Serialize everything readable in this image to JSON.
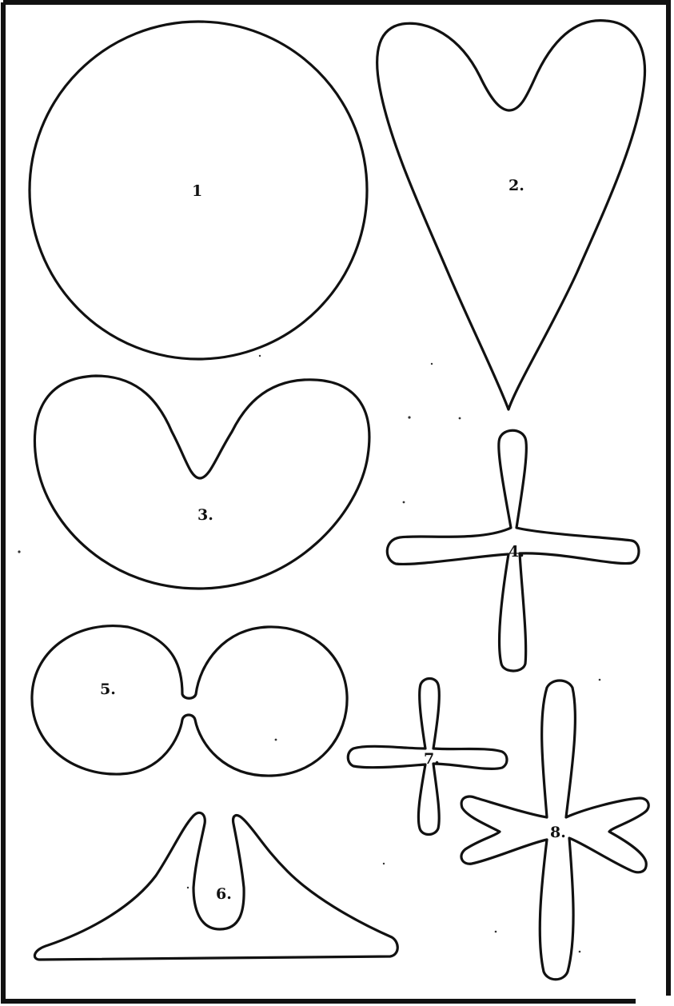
{
  "figures": [
    {
      "id": 1,
      "label": "1",
      "shape": "circle"
    },
    {
      "id": 2,
      "label": "2.",
      "shape": "heart"
    },
    {
      "id": 3,
      "label": "3.",
      "shape": "kidney"
    },
    {
      "id": 4,
      "label": "4.",
      "shape": "four-petal cross"
    },
    {
      "id": 5,
      "label": "5.",
      "shape": "pinched double circle"
    },
    {
      "id": 6,
      "label": "6.",
      "shape": "triangular base with central lobe"
    },
    {
      "id": 7,
      "label": "7.",
      "shape": "small four-petal cross"
    },
    {
      "id": 8,
      "label": "8.",
      "shape": "six-petal star"
    }
  ],
  "colors": {
    "ink": "#111111",
    "paper": "#ffffff"
  }
}
